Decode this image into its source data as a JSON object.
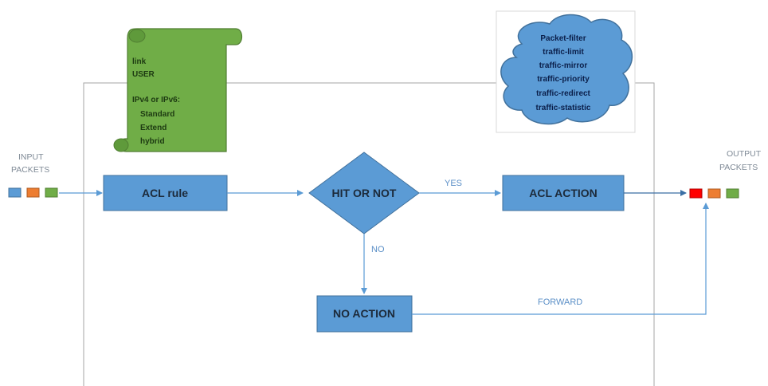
{
  "colors": {
    "box_fill": "#5b9bd5",
    "scroll_fill": "#70ad47",
    "cloud_fill": "#5b9bd5",
    "line": "#5b9bd5",
    "packet_blue": "#5b9bd5",
    "packet_orange": "#ed7d31",
    "packet_green": "#70ad47",
    "packet_red": "#ff0000"
  },
  "input": {
    "line1": "INPUT",
    "line2": "PACKETS"
  },
  "output": {
    "line1": "OUTPUT",
    "line2": "PACKETS"
  },
  "nodes": {
    "acl_rule": "ACL rule",
    "decision": "HIT OR NOT",
    "acl_action": "ACL ACTION",
    "no_action": "NO ACTION"
  },
  "edges": {
    "yes": "YES",
    "no": "NO",
    "forward": "FORWARD"
  },
  "scroll": {
    "lines": [
      "link",
      "USER",
      "",
      "IPv4 or IPv6:",
      "Standard",
      "Extend",
      "hybrid"
    ]
  },
  "cloud": {
    "lines": [
      "Packet-filter",
      "traffic-limit",
      "traffic-mirror",
      "traffic-priority",
      "traffic-redirect",
      "traffic-statistic"
    ]
  }
}
